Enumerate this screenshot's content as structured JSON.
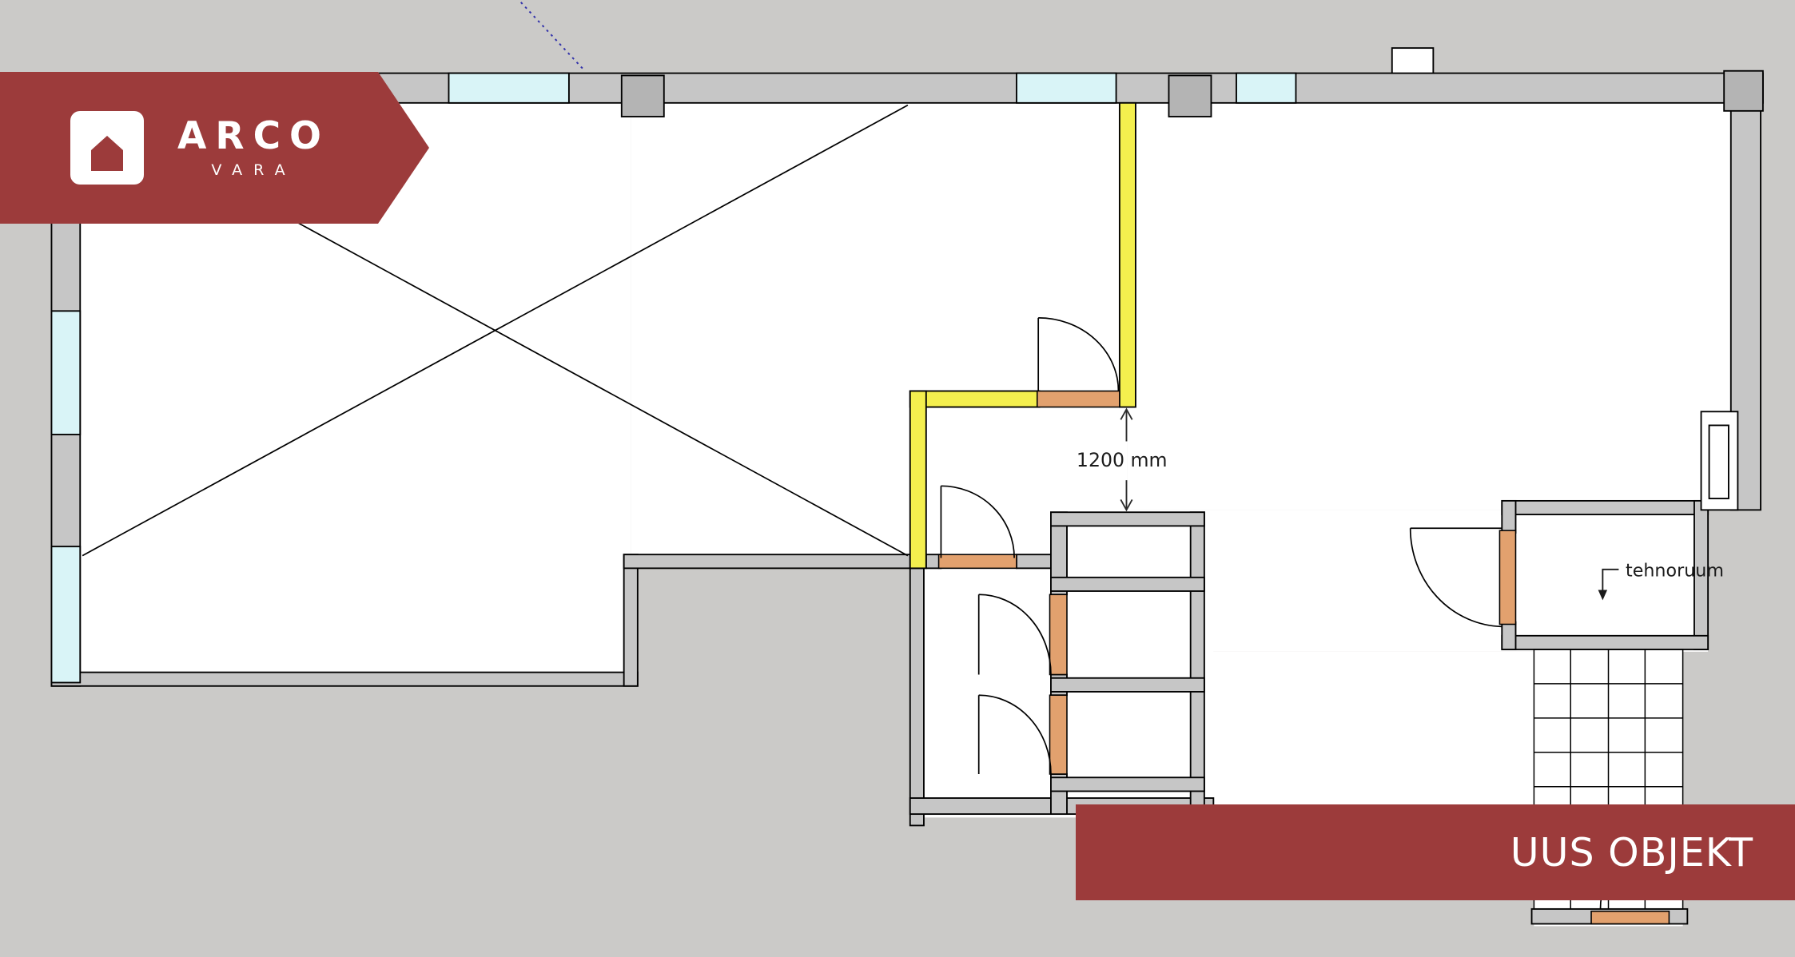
{
  "branding": {
    "logo_text": "ARCO",
    "logo_subtext": "VARA",
    "logo_icon": "arco-house-logo",
    "banner_label": "UUS OBJEKT"
  },
  "floorplan": {
    "dimension_label": "1200 mm",
    "room_label": "tehnoruum"
  },
  "colors": {
    "background": "#cbcac8",
    "brand_maroon": "#9c3b3b",
    "wall_gray": "#c6c6c6",
    "wall_dark": "#b4b4b4",
    "window_cyan": "#d9f4f7",
    "door_orange": "#e2a16e",
    "highlight_yellow": "#f4ef4e",
    "outline_black": "#000000",
    "dotted_blue": "#3333aa",
    "text_white": "#ffffff"
  }
}
